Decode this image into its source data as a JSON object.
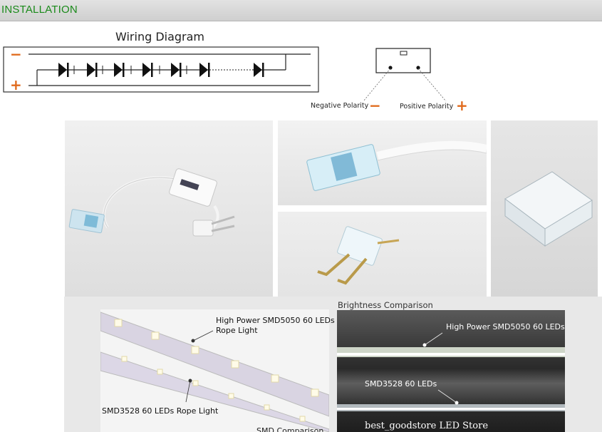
{
  "header": {
    "title": "INSTALLATION"
  },
  "wiring": {
    "title": "Wiring Diagram",
    "minus_sign": "−",
    "plus_sign": "+"
  },
  "connector": {
    "negative_label": "Negative Polarity",
    "negative_sign": "−",
    "positive_label": "Positive Polarity",
    "positive_sign": "+"
  },
  "comparison": {
    "smd5050_label_line1": "High Power SMD5050 60 LEDs",
    "smd5050_label_line2": "Rope Light",
    "smd3528_label": "SMD3528 60 LEDs Rope Light",
    "bottom_cut_label": "SMD Comparison"
  },
  "brightness": {
    "title": "Brightness Comparison",
    "smd5050_label": "High Power SMD5050 60 LEDs",
    "smd3528_label": "SMD3528 60 LEDs",
    "store_label": "best_goodstore  LED Store"
  },
  "colors": {
    "header_text": "#1a8a1a",
    "polarity_sign": "#e06a1c"
  }
}
